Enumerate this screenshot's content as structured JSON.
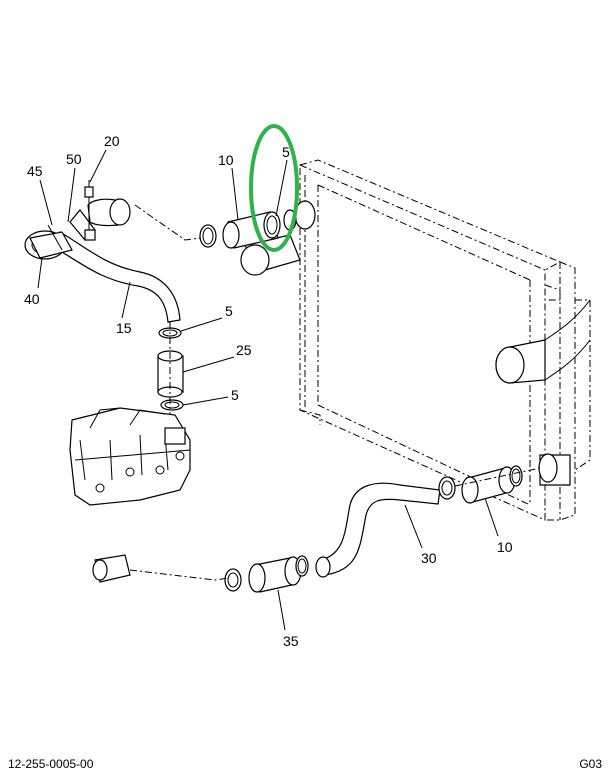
{
  "callouts": {
    "c20": "20",
    "c50": "50",
    "c45": "45",
    "c40": "40",
    "c15": "15",
    "c10_top": "10",
    "c5_top": "5",
    "c5_mid_upper": "5",
    "c25": "25",
    "c5_mid_lower": "5",
    "c30": "30",
    "c10_bottom": "10",
    "c35": "35"
  },
  "footer": {
    "part_number": "12-255-0005-00",
    "sheet_code": "G03"
  },
  "highlight": {
    "color": "#2db34a",
    "target_callout": "5"
  }
}
